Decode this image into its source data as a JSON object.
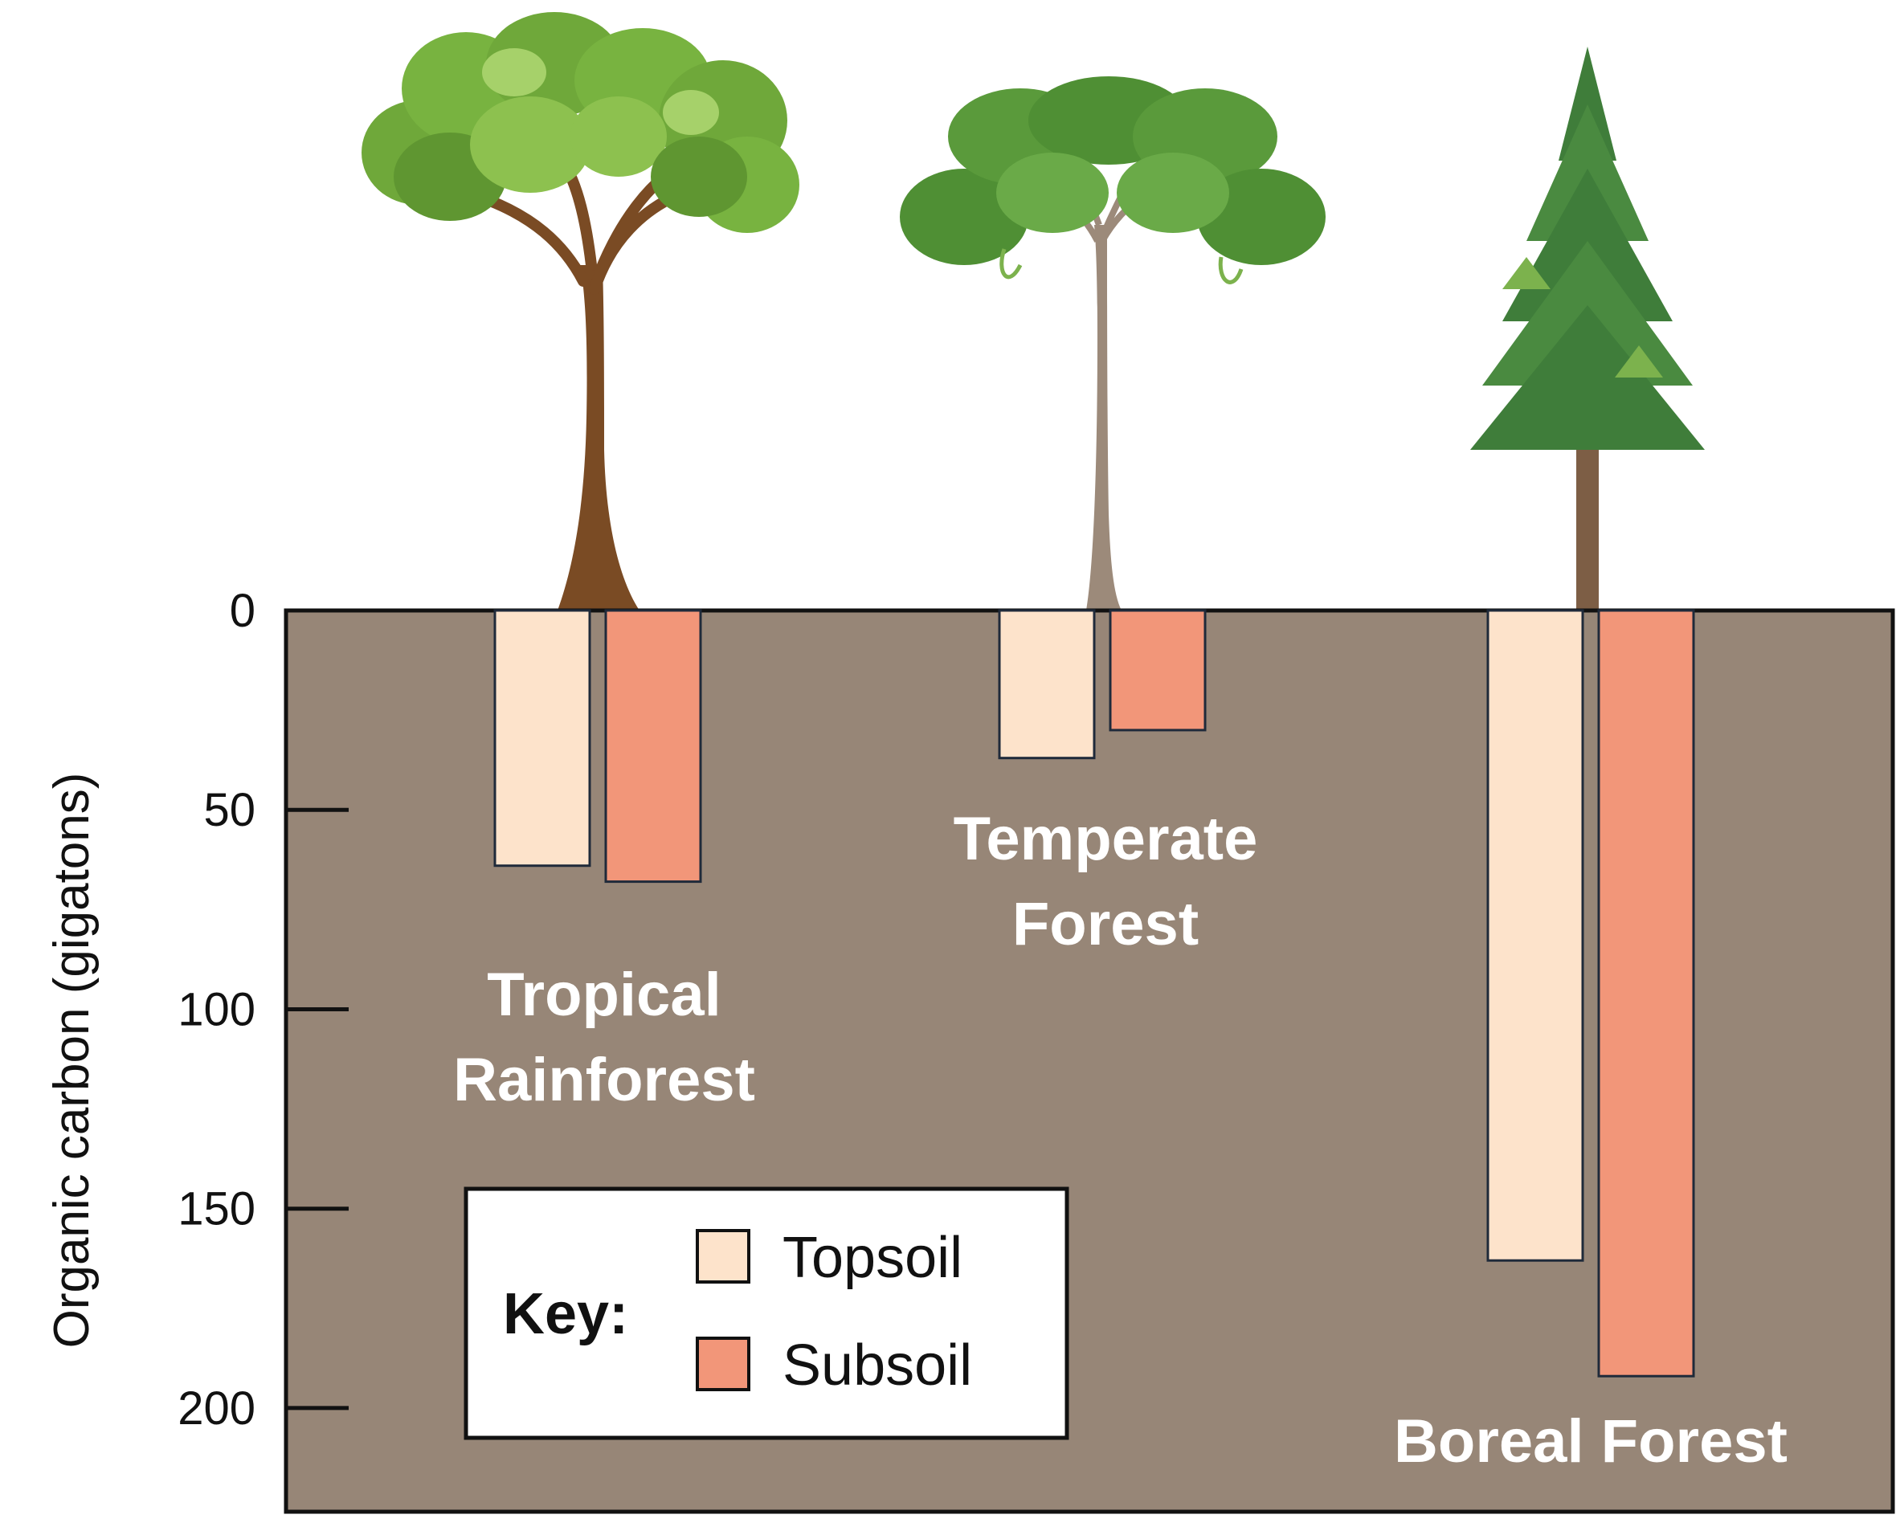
{
  "chart_data": {
    "type": "bar",
    "orientation": "downward",
    "categories": [
      "Tropical Rainforest",
      "Temperate Forest",
      "Boreal Forest"
    ],
    "category_label_lines": [
      [
        "Tropical",
        "Rainforest"
      ],
      [
        "Temperate",
        "Forest"
      ],
      [
        "Boreal Forest"
      ]
    ],
    "series": [
      {
        "name": "Topsoil",
        "values": [
          64,
          37,
          163
        ]
      },
      {
        "name": "Subsoil",
        "values": [
          68,
          30,
          192
        ]
      }
    ],
    "ylabel": "Organic carbon (gigatons)",
    "xlabel": "",
    "ylim": [
      0,
      226
    ],
    "yticks": [
      0,
      50,
      100,
      150,
      200
    ],
    "legend": {
      "title": "Key:",
      "placement": "bottom-left"
    },
    "grid": false
  },
  "colors": {
    "soil": "#978677",
    "topsoil": "#fde3cb",
    "subsoil": "#f29679",
    "outline": "#1f2a3a",
    "frame": "#111111",
    "label_text": "#ffffff"
  },
  "illustrations": [
    "broadleaf-tree-icon",
    "canopy-tree-icon",
    "conifer-tree-icon"
  ]
}
